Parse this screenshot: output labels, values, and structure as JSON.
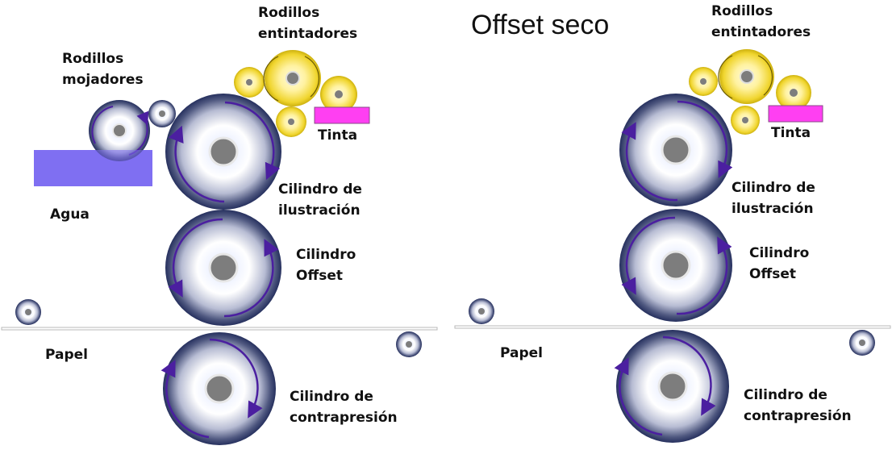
{
  "diagram": {
    "panels": [
      {
        "id": "offset-humedo",
        "title": "",
        "labels": {
          "inking_rollers": [
            "Rodillos",
            "entintadores"
          ],
          "dampening_rollers": [
            "Rodillos",
            "mojadores"
          ],
          "ink": "Tinta",
          "water": "Agua",
          "plate_cylinder": [
            "Cilindro de",
            "ilustración"
          ],
          "blanket_cylinder": [
            "Cilindro",
            "Offset"
          ],
          "paper": "Papel",
          "impression_cylinder": [
            "Cilindro de",
            "contrapresión"
          ]
        },
        "has_dampening_system": true
      },
      {
        "id": "offset-seco",
        "title": "Offset seco",
        "labels": {
          "inking_rollers": [
            "Rodillos",
            "entintadores"
          ],
          "ink": "Tinta",
          "plate_cylinder": [
            "Cilindro de",
            "ilustración"
          ],
          "blanket_cylinder": [
            "Cilindro",
            "Offset"
          ],
          "paper": "Papel",
          "impression_cylinder": [
            "Cilindro de",
            "contrapresión"
          ]
        },
        "has_dampening_system": false
      }
    ],
    "colors": {
      "cylinder_dark": "#2b3565",
      "cylinder_light": "#ffffff",
      "cylinder_glow": "#dbe4ff",
      "hub": "#7d7d7d",
      "arrow": "#4b1fa0",
      "ink_roller": "#e6cf2c",
      "ink_roller_light": "#fff6b5",
      "ink_tray": "#ff3ff2",
      "water_tray": "#7f6ff2",
      "paper_line": "#b8b8b8"
    }
  }
}
